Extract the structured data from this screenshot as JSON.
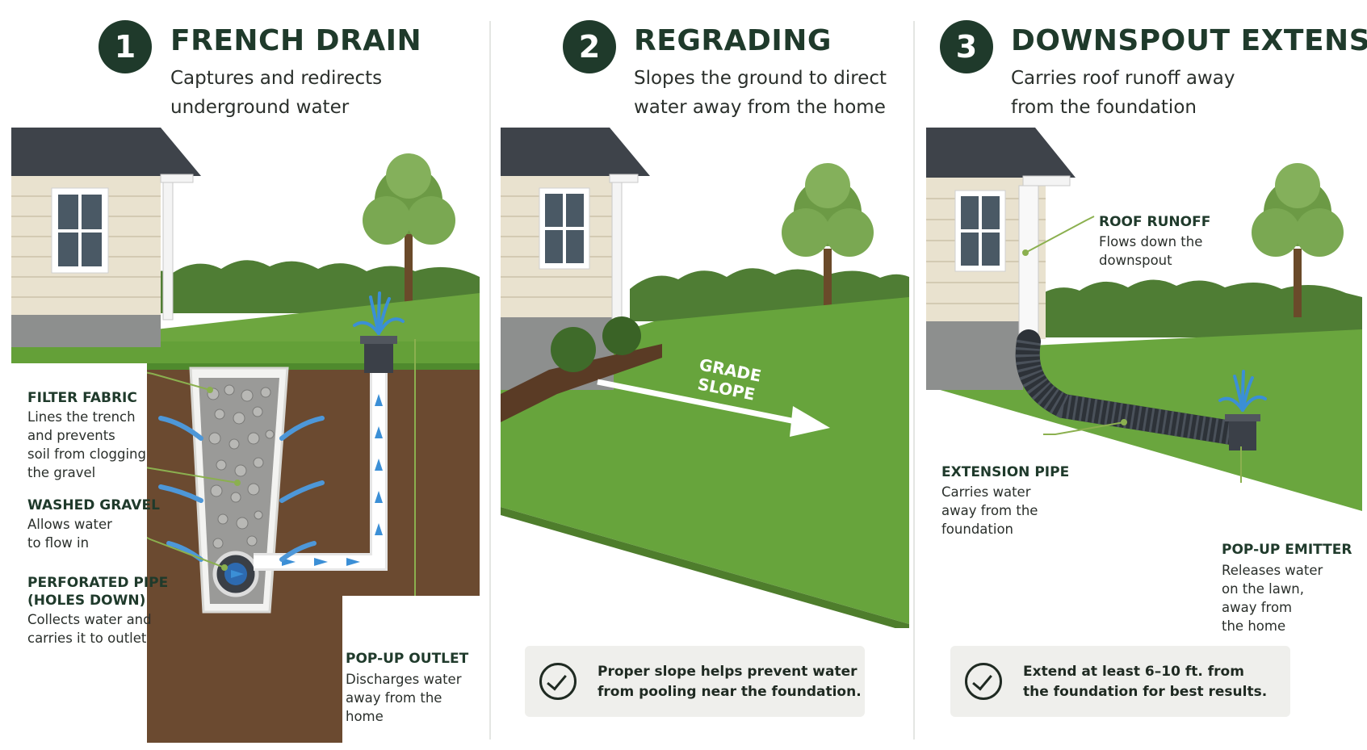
{
  "panels": [
    {
      "number": "1",
      "title": "FRENCH DRAIN",
      "subtitle_line1": "Captures and redirects",
      "subtitle_line2": "underground water",
      "callouts": [
        {
          "heading": "FILTER FABRIC",
          "body": [
            "Lines the trench",
            "and prevents",
            "soil from clogging",
            "the gravel"
          ]
        },
        {
          "heading": "WASHED GRAVEL",
          "body": [
            "Allows water",
            "to flow in"
          ]
        },
        {
          "heading_lines": [
            "PERFORATED PIPE",
            "(HOLES DOWN)"
          ],
          "body": [
            "Collects water and",
            "carries it to outlet"
          ]
        },
        {
          "heading": "POP-UP OUTLET",
          "body": [
            "Discharges water",
            "away from the",
            "home"
          ]
        }
      ]
    },
    {
      "number": "2",
      "title": "REGRADING",
      "subtitle_line1": "Slopes the ground to direct",
      "subtitle_line2": "water away from the home",
      "arrow_label_line1": "GRADE",
      "arrow_label_line2": "SLOPE",
      "note_line1": "Proper slope helps prevent water",
      "note_line2": "from pooling near the foundation."
    },
    {
      "number": "3",
      "title": "DOWNSPOUT EXTENSION",
      "subtitle_line1": "Carries roof runoff away",
      "subtitle_line2": "from the foundation",
      "callouts": [
        {
          "heading": "ROOF RUNOFF",
          "body": [
            "Flows down the",
            "downspout"
          ]
        },
        {
          "heading": "EXTENSION PIPE",
          "body": [
            "Carries water",
            "away from the",
            "foundation"
          ]
        },
        {
          "heading": "POP-UP EMITTER",
          "body": [
            "Releases water",
            "on the lawn,",
            "away from",
            "the home"
          ]
        }
      ],
      "note_line1": "Extend at least 6–10 ft. from",
      "note_line2": "the foundation for best results."
    }
  ],
  "colors": {
    "accent_dark_green": "#1f3a2b",
    "grass": "#5f9a3a",
    "soil": "#6b4a30",
    "water": "#3b8fd6",
    "note_bg": "#efefec"
  }
}
